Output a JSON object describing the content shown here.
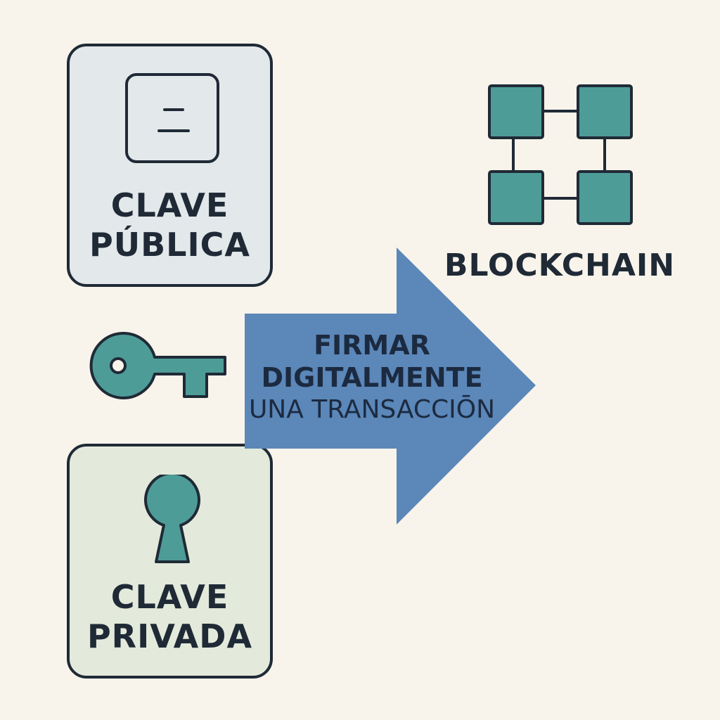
{
  "public_key": {
    "label_lines": [
      "CLAVE",
      "PÚBLICA"
    ],
    "icon": "document-icon",
    "fill": "#e3e8ea"
  },
  "private_key": {
    "label_lines": [
      "CLAVE",
      "PRIVADA"
    ],
    "icon": "keyhole-icon",
    "fill": "#e3eadb"
  },
  "key": {
    "icon": "key-icon"
  },
  "arrow": {
    "label_lines": [
      "FIRMAR",
      "DIGITALMENTE",
      "UNA TRANSACCIŌN"
    ],
    "fill": "#5b87b9"
  },
  "blockchain": {
    "label": "BLOCKCHAIN",
    "icon": "blockchain-icon",
    "block_fill": "#4e9c98"
  },
  "colors": {
    "background": "#f8f4eb",
    "outline": "#1f2a36",
    "teal": "#4e9c98"
  }
}
